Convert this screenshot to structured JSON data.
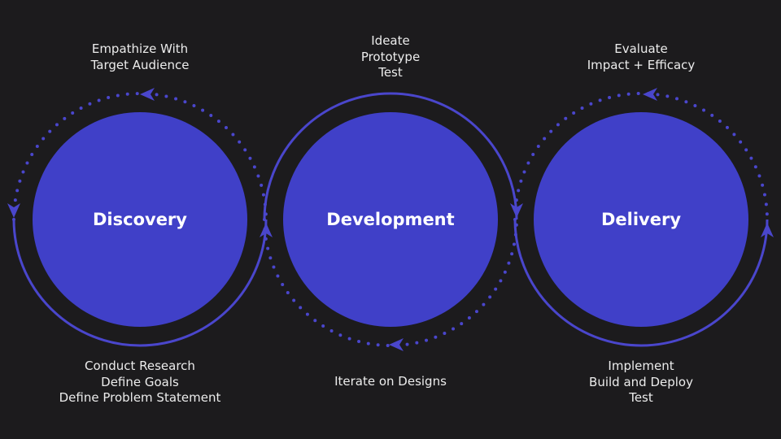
{
  "colors": {
    "background": "#1c1b1d",
    "circle_fill": "#4040c8",
    "ring_stroke": "#4a46cc",
    "text": "#ffffff"
  },
  "phases": [
    {
      "name": "Discovery",
      "top_lines": [
        "Empathize With",
        "Target Audience"
      ],
      "bottom_lines": [
        "Conduct Research",
        "Define Goals",
        "Define Problem Statement"
      ]
    },
    {
      "name": "Development",
      "top_lines": [
        "Ideate",
        "Prototype",
        "Test"
      ],
      "bottom_lines": [
        "Iterate on Designs"
      ]
    },
    {
      "name": "Delivery",
      "top_lines": [
        "Evaluate",
        "Impact + Efficacy"
      ],
      "bottom_lines": [
        "Implement",
        "Build and Deploy",
        "Test"
      ]
    }
  ]
}
